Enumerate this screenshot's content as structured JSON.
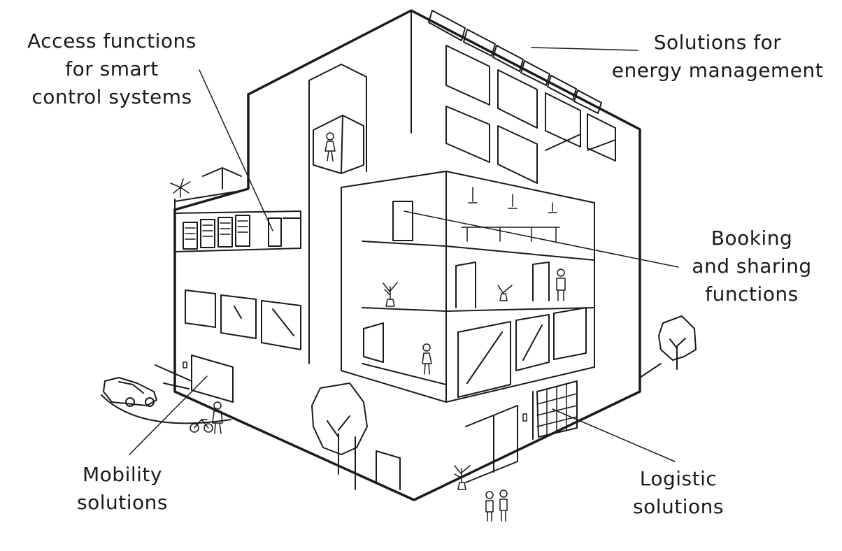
{
  "labels": {
    "access": [
      "Access functions",
      "for smart",
      "control systems"
    ],
    "energy": [
      "Solutions for",
      "energy management"
    ],
    "booking": [
      "Booking",
      "and sharing",
      "functions"
    ],
    "mobility": [
      "Mobility",
      "solutions"
    ],
    "logistic": [
      "Logistic",
      "solutions"
    ]
  },
  "colors": {
    "accent": "#9fdfbe",
    "stroke": "#1a1a1a",
    "background": "#ffffff"
  }
}
